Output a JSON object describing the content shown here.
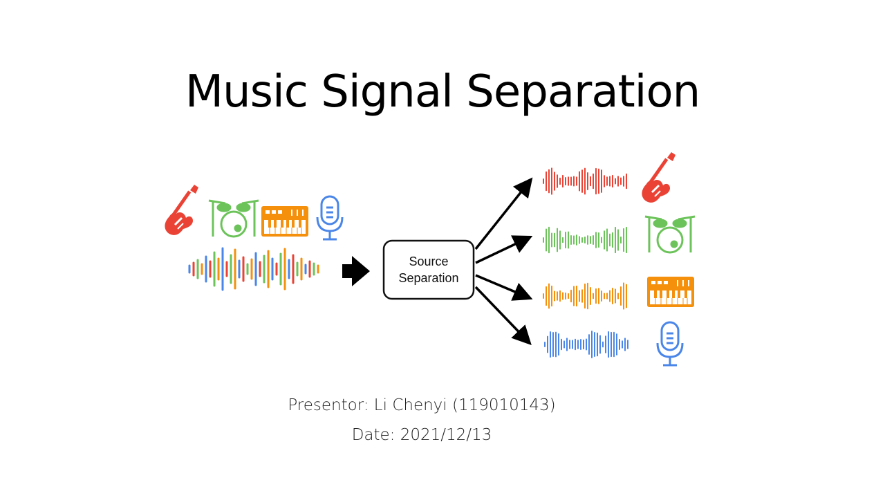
{
  "slide": {
    "title": "Music Signal Separation",
    "presenter": "Presentor: Li Chenyi (119010143)",
    "date": "Date: 2021/12/13"
  },
  "diagram": {
    "box_line1": "Source",
    "box_line2": "Separation"
  },
  "colors": {
    "guitar": "#ea4335",
    "drums": "#6cc35a",
    "keyboard": "#f4900c",
    "vocals": "#4a86e8"
  },
  "icons": [
    "guitar-icon",
    "drums-icon",
    "keyboard-icon",
    "microphone-icon"
  ]
}
